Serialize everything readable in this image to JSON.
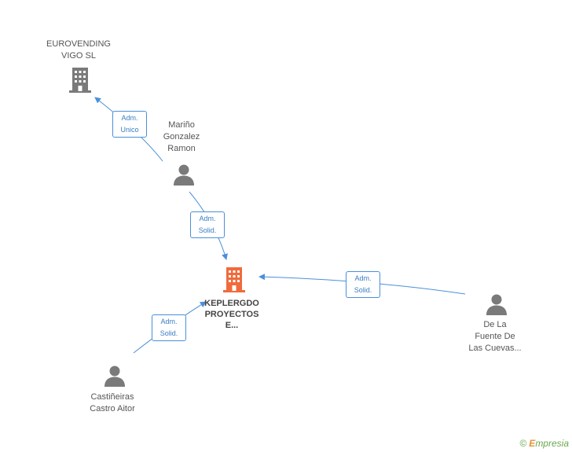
{
  "colors": {
    "edge": "#4a90d9",
    "company_gray": "#7a7a7a",
    "company_main": "#f06b3c",
    "person": "#7a7a7a"
  },
  "nodes": {
    "eurovending": {
      "line1": "EUROVENDING",
      "line2": "VIGO SL",
      "icon": "building-icon"
    },
    "marino": {
      "line1": "Mariño",
      "line2": "Gonzalez",
      "line3": "Ramon",
      "icon": "person-icon"
    },
    "keplergdo": {
      "line1": "KEPLERGDO",
      "line2": "PROYECTOS",
      "line3": "E...",
      "icon": "building-icon"
    },
    "delafuente": {
      "line1": "De La",
      "line2": "Fuente De",
      "line3": "Las Cuevas...",
      "icon": "person-icon"
    },
    "castineiras": {
      "line1": "Castiñeiras",
      "line2": "Castro Aitor",
      "icon": "person-icon"
    }
  },
  "edges": {
    "marino_eurovending": {
      "line1": "Adm.",
      "line2": "Unico"
    },
    "marino_keplergdo": {
      "line1": "Adm.",
      "line2": "Solid."
    },
    "delafuente_keplergdo": {
      "line1": "Adm.",
      "line2": "Solid."
    },
    "castineiras_keplergdo": {
      "line1": "Adm.",
      "line2": "Solid."
    }
  },
  "footer": {
    "copyright": "©",
    "brand_first": "E",
    "brand_rest": "mpresia"
  }
}
